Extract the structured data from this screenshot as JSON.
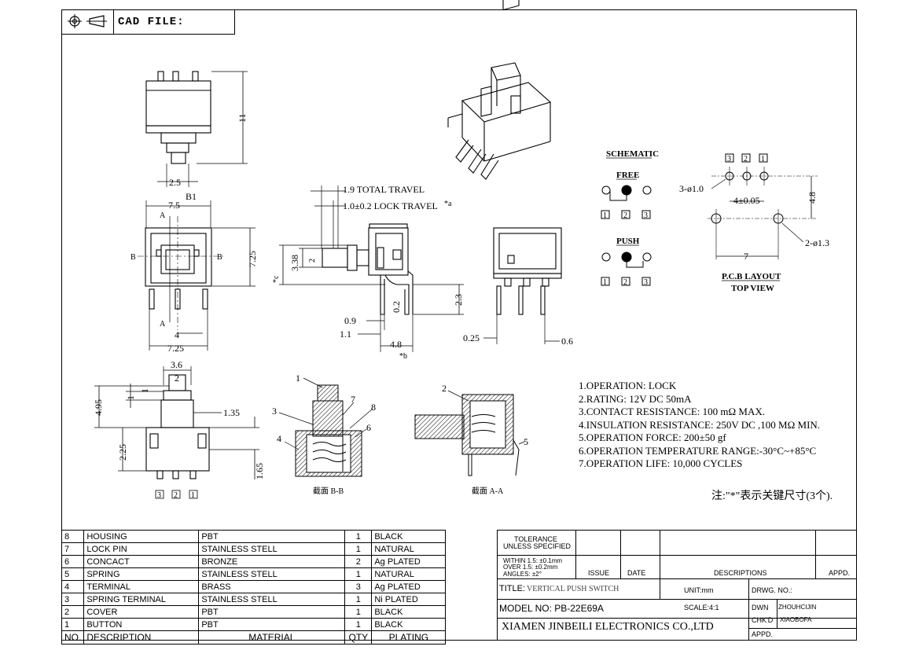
{
  "header": {
    "cad_label": "CAD FILE:"
  },
  "dims": {
    "d_2_5": "2.5",
    "d_11": "11",
    "d_B1": "B1",
    "d_7_5": "7.5",
    "d_7_25v": "7.25",
    "d_4": "4",
    "d_7_25h": "7.25",
    "sec_a": "A",
    "sec_b": "B",
    "d_total_travel": "1.9 TOTAL TRAVEL",
    "d_lock_travel": "1.0±0.2 LOCK TRAVEL",
    "mark_a": "*a",
    "mark_c": "*c",
    "mark_b": "*b",
    "d_3_38": "3.38",
    "d_2": "2",
    "d_2_3": "2.3",
    "d_0_2": "0.2",
    "d_0_9": "0.9",
    "d_1_1": "1.1",
    "d_4_8": "4.8",
    "d_0_25": "0.25",
    "d_0_6": "0.6",
    "d_3_6": "3.6",
    "d_2b": "2",
    "d_1a": "1",
    "d_1b": "1",
    "d_4_95": "4.95",
    "d_1_35": "1.35",
    "d_2_25": "2.25",
    "d_1_65": "1.65",
    "pin3": "3",
    "pin2": "2",
    "pin1": "1",
    "c1": "1",
    "c2": "2",
    "c3": "3",
    "c4": "4",
    "c5": "5",
    "c6": "6",
    "c7": "7",
    "c8": "8",
    "sec_bb": "截面 B-B",
    "sec_aa": "截面 A-A"
  },
  "schematic": {
    "title": "SCHEMATIC",
    "free": "FREE",
    "push": "PUSH"
  },
  "pcb": {
    "holes_small": "3-ø1.0",
    "pitch": "4±0.05",
    "height": "4.8",
    "holes_big": "2-ø1.3",
    "width": "7",
    "title": "P.C.B LAYOUT",
    "subtitle": "TOP VIEW"
  },
  "specs": [
    "1.OPERATION: LOCK",
    "2.RATING: 12V DC 50mA",
    "3.CONTACT RESISTANCE: 100 mΩ MAX.",
    "4.INSULATION RESISTANCE: 250V DC ,100 MΩ MIN.",
    "5.OPERATION FORCE: 200±50 gf",
    "6.OPERATION TEMPERATURE RANGE:-30°C~+85°C",
    "7.OPERATION LIFE: 10,000 CYCLES"
  ],
  "note": "注:\"*\"表示关键尺寸(3个).",
  "bom": {
    "rows": [
      {
        "no": "8",
        "desc": "HOUSING",
        "mat": "PBT",
        "qty": "1",
        "plating": "BLACK"
      },
      {
        "no": "7",
        "desc": "LOCK PIN",
        "mat": "STAINLESS STELL",
        "qty": "1",
        "plating": "NATURAL"
      },
      {
        "no": "6",
        "desc": "CONCACT",
        "mat": "BRONZE",
        "qty": "2",
        "plating": "Ag PLATED"
      },
      {
        "no": "5",
        "desc": "SPRING",
        "mat": "STAINLESS STELL",
        "qty": "1",
        "plating": "NATURAL"
      },
      {
        "no": "4",
        "desc": "TERMINAL",
        "mat": "BRASS",
        "qty": "3",
        "plating": "Ag PLATED"
      },
      {
        "no": "3",
        "desc": "SPRING TERMINAL",
        "mat": "STAINLESS STELL",
        "qty": "1",
        "plating": "Ni PLATED"
      },
      {
        "no": "2",
        "desc": "COVER",
        "mat": "PBT",
        "qty": "1",
        "plating": "BLACK"
      },
      {
        "no": "1",
        "desc": "BUTTON",
        "mat": "PBT",
        "qty": "1",
        "plating": "BLACK"
      }
    ],
    "header": {
      "no": "NO.",
      "desc": "DESCRIPTION",
      "mat": "MATERIAL",
      "qty": "QTY",
      "plating": "PLATING"
    }
  },
  "titleblock": {
    "tolerance": "TOLERANCE",
    "unless": "UNLESS SPECIFIED",
    "tol1": "WITHIN 1.5: ±0.1mm",
    "tol2": "OVER 1.5: ±0.2mm",
    "tol3": "ANGLES: ±2°",
    "issue": "ISSUE",
    "date": "DATE",
    "descriptions": "DESCRIPTIONS",
    "appd": "APPD.",
    "title_label": "TITLE:",
    "title_value": "VERTICAL PUSH SWITCH",
    "unit": "UNIT:mm",
    "drwg": "DRWG. NO.:",
    "model": "MODEL NO: PB-22E69A",
    "scale": "SCALE:4:1",
    "dwn": "DWN",
    "dwn_name": "ZHOUHCIJIN",
    "company": "XIAMEN JINBEILI ELECTRONICS CO.,LTD",
    "chkd": "CHK'D",
    "chkd_name": "XIAOBOFA",
    "appd2": "APPD."
  }
}
